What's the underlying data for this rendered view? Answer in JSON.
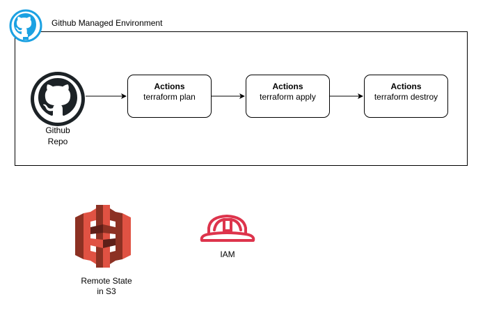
{
  "environment": {
    "title": "Github Managed Environment",
    "icon": "github-icon",
    "icon_color": "#1ba1e2"
  },
  "repo": {
    "icon": "github-octocat-icon",
    "label_line1": "Github",
    "label_line2": "Repo"
  },
  "steps": [
    {
      "title": "Actions",
      "command": "terraform plan"
    },
    {
      "title": "Actions",
      "command": "terraform apply"
    },
    {
      "title": "Actions",
      "command": "terraform destroy"
    }
  ],
  "s3": {
    "icon": "aws-s3-icon",
    "label_line1": "Remote State",
    "label_line2": "in S3",
    "colors": [
      "#e05243",
      "#8c3123",
      "#5e1f18"
    ]
  },
  "iam": {
    "icon": "aws-iam-helmet-icon",
    "label": "IAM",
    "color": "#dd344c"
  }
}
